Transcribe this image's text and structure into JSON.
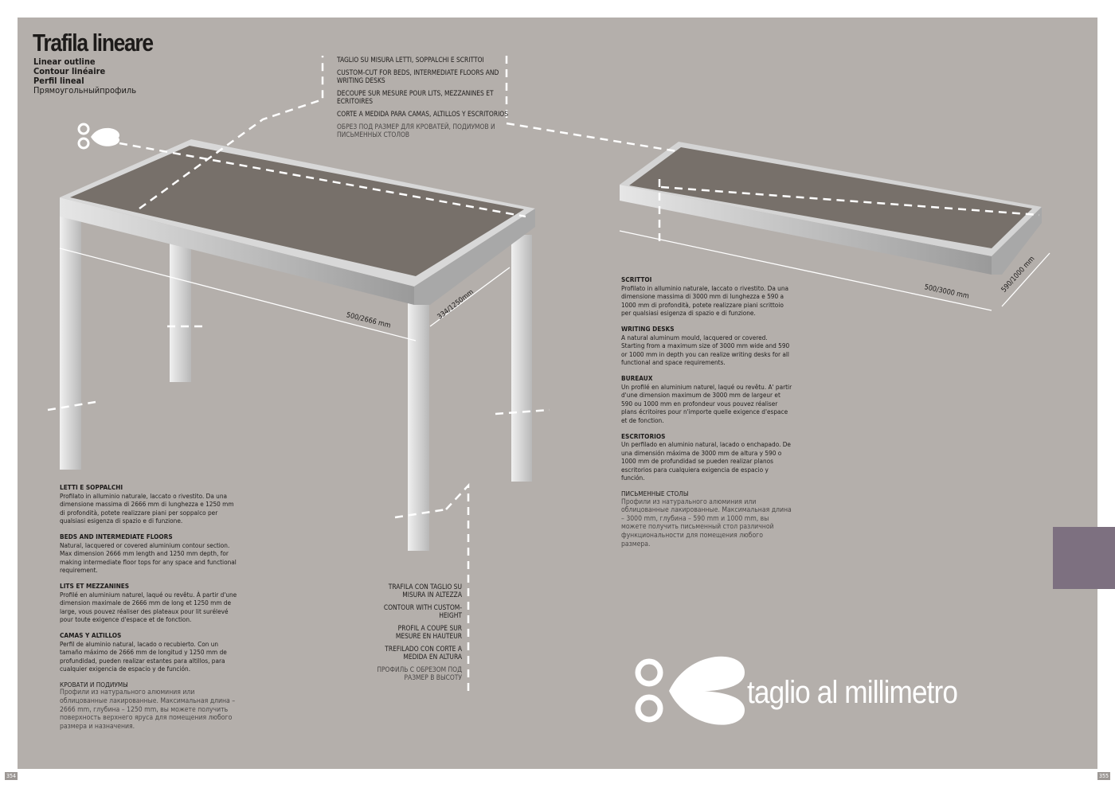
{
  "title": "Trafila lineare",
  "subtitles": [
    "Linear outline",
    "Contour linéaire",
    "Perfil lineal",
    "Прямоугольныйпрофиль"
  ],
  "top_callout": [
    "TAGLIO SU MISURA LETTI, SOPPALCHI E SCRITTOI",
    "CUSTOM-CUT FOR BEDS, INTERMEDIATE FLOORS AND WRITING DESKS",
    "DECOUPE SUR MESURE POUR LITS, MEZZANINES ET ECRITOIRES",
    "CORTE A MEDIDA PARA CAMAS, ALTILLOS Y ESCRITORIOS",
    "ОБРЕЗ ПОД РАЗМЕР ДЛЯ КРОВАТЕЙ, ПОДИУМОВ И ПИСЬМЕННЫХ СТОЛОВ"
  ],
  "height_callout": [
    "TRAFILA CON TAGLIO SU MISURA IN ALTEZZA",
    "CONTOUR WITH CUSTOM-HEIGHT",
    "PROFIL A COUPE SUR MESURE EN HAUTEUR",
    "TREFILADO CON CORTE A MEDIDA EN ALTURA",
    "ПРОФИЛЬ С ОБРЕЗОМ ПОД РАЗМЕР В ВЫСОТУ"
  ],
  "dimensions": {
    "bed_length": "500/2666 mm",
    "bed_depth": "334/1250mm",
    "desk_length": "500/3000 mm",
    "desk_depth": "590/1000 mm"
  },
  "beds": [
    {
      "h": "LETTI E SOPPALCHI",
      "t": "Profilato in alluminio naturale, laccato o rivestito. Da una dimensione massima di 2666 mm di lunghezza e 1250 mm di profondità, potete realizzare piani per soppalco per qualsiasi esigenza di spazio e di funzione."
    },
    {
      "h": "BEDS AND INTERMEDIATE FLOORS",
      "t": "Natural, lacquered or covered aluminium contour section. Max dimension 2666 mm length and 1250 mm depth, for making intermediate floor tops for any space and functional requirement."
    },
    {
      "h": "LITS ET MEZZANINES",
      "t": "Profilé en aluminium naturel, laqué ou revêtu. À partir d'une dimension maximale de 2666 mm de long et 1250 mm de large, vous pouvez réaliser des plateaux pour lit surélevé pour toute exigence d'espace et de fonction."
    },
    {
      "h": "CAMAS Y ALTILLOS",
      "t": "Perfil de aluminio natural, lacado o recubierto. Con un tamaño máximo de 2666 mm de longitud y 1250 mm de profundidad, pueden realizar estantes para altillos, para cualquier exigencia de espacio y de función."
    },
    {
      "h": "КРОВАТИ И ПОДИУМЫ",
      "t": "Профили из натурального алюминия или облицованные лакированные. Максимальная длина – 2666 mm, глубина – 1250 mm, вы можете получить поверхность верхнего яруса для помещения любого размера и назначения."
    }
  ],
  "desks": [
    {
      "h": "SCRITTOI",
      "t": "Profilato in alluminio naturale, laccato o rivestito. Da una dimensione massima di 3000 mm di lunghezza e 590 a 1000 mm di profondità, potete realizzare piani scrittoio per qualsiasi esigenza di spazio e di funzione."
    },
    {
      "h": "WRITING DESKS",
      "t": "A natural aluminum mould, lacquered or covered. Starting from a maximum size of 3000 mm wide and 590 or 1000 mm in depth you can realize writing desks for all functional and space requirements."
    },
    {
      "h": "BUREAUX",
      "t": "Un profilé en aluminium naturel, laqué ou revêtu. A' partir d'une dimension maximum de 3000 mm de largeur et 590 ou 1000 mm en profondeur vous pouvez réaliser plans écritoires pour n'importe quelle exigence d'espace et de fonction."
    },
    {
      "h": "ESCRITORIOS",
      "t": "Un perfilado en aluminio natural, lacado o enchapado. De una dimensión máxima de 3000 mm de altura y 590 o 1000 mm de profundidad se pueden realizar planos escritorios para cualquiera exigencia de espacio y función."
    },
    {
      "h": "ПИСЬМЕННЫЕ СТОЛЫ",
      "t": "Профили из натурального алюминия или облицованные лакированные. Максимальная длина – 3000 mm, глубина – 590 mm и 1000 mm, вы можете получить письменный стол различной функциональности для помещения любого размера."
    }
  ],
  "logo_text": "taglio al millimetro",
  "page_left": "354",
  "page_right": "355",
  "colors": {
    "background": "#b4afab",
    "top": "#77706a",
    "tab": "#7d7080"
  }
}
